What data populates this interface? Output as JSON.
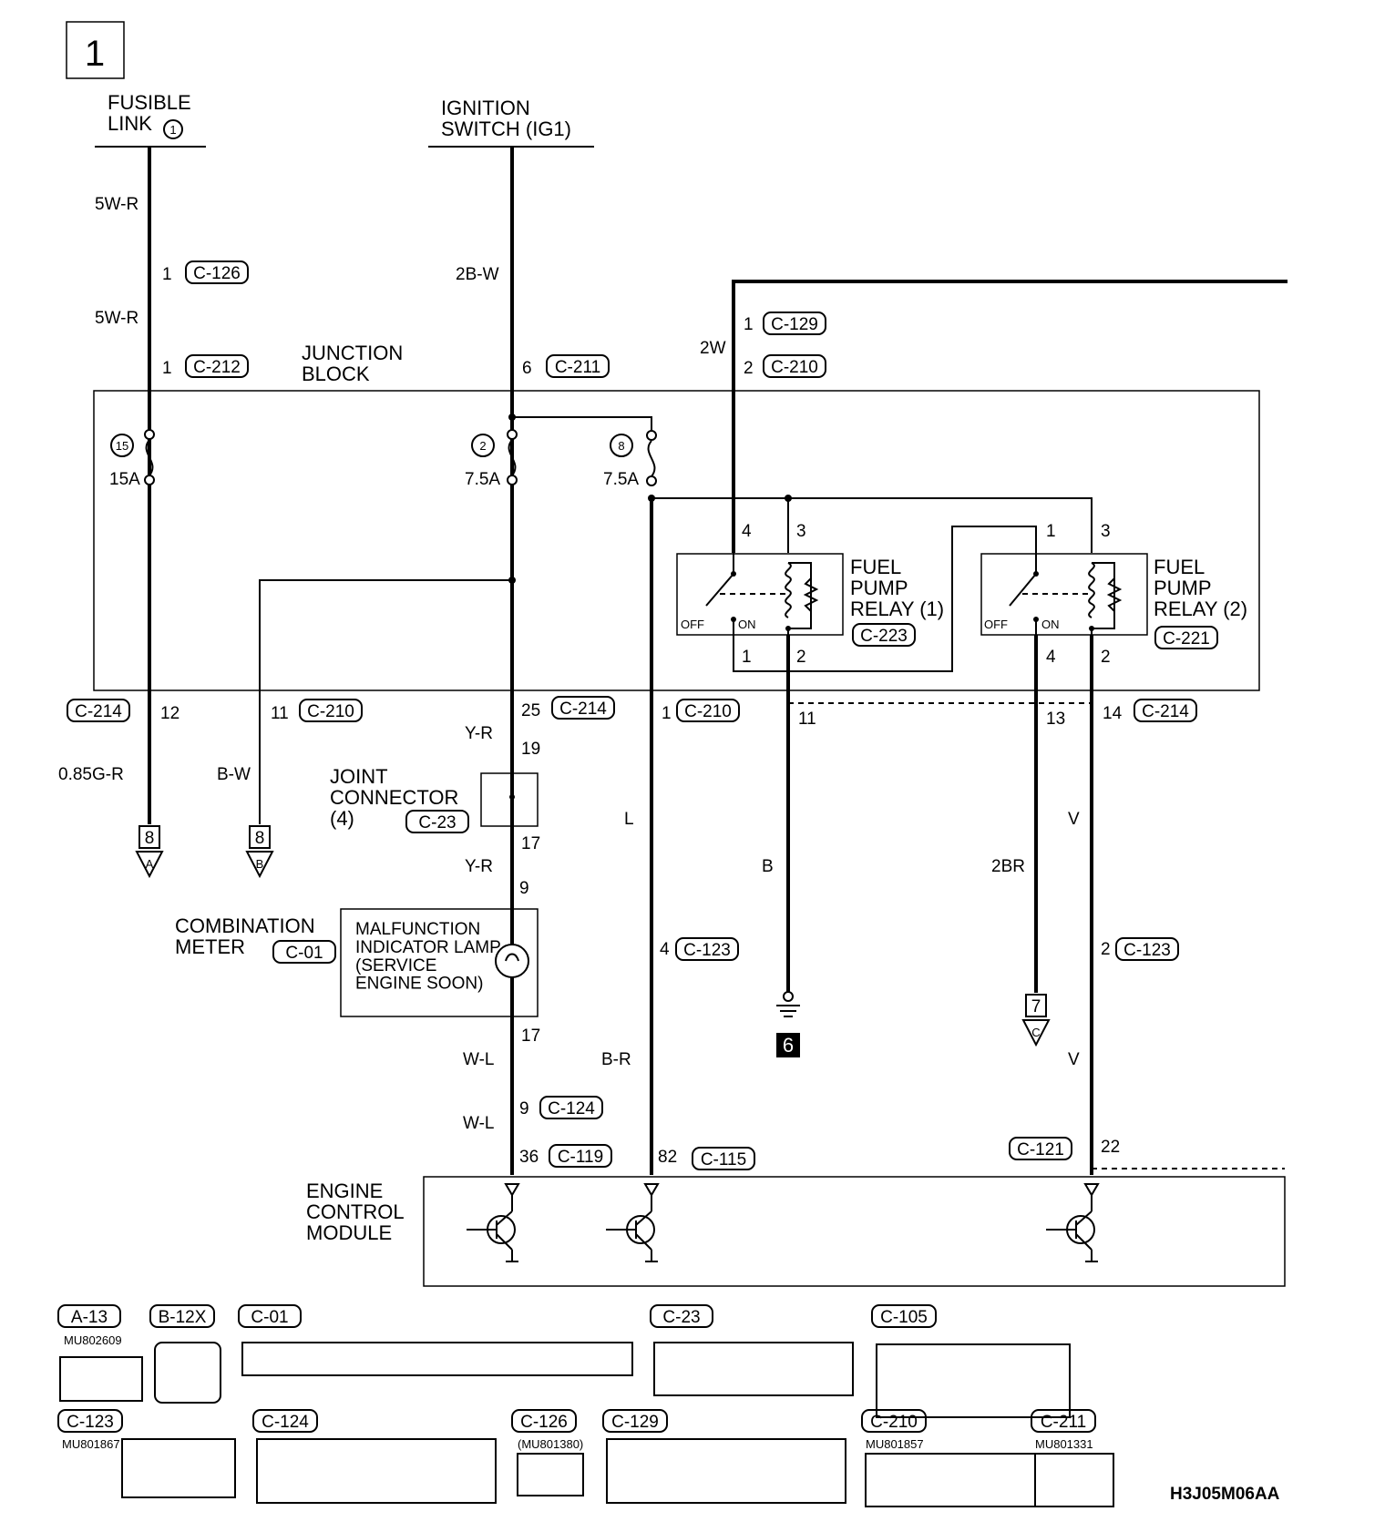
{
  "page_number": "1",
  "drawing_code": "H3J05M06AA",
  "sources": {
    "fusible_link": "FUSIBLE\nLINK",
    "fusible_link_num": "1",
    "ignition_switch": "IGNITION\nSWITCH (IG1)"
  },
  "junction_block": "JUNCTION\nBLOCK",
  "fuses": [
    {
      "num": "15",
      "rating": "15A"
    },
    {
      "num": "2",
      "rating": "7.5A"
    },
    {
      "num": "8",
      "rating": "7.5A"
    }
  ],
  "wire_colors": {
    "fl_upper": "5W-R",
    "fl_lower": "5W-R",
    "ig": "2B-W",
    "relay_feed": "2W",
    "c214_12": "0.85G-R",
    "c210_11": "B-W",
    "yr1": "Y-R",
    "yr2": "Y-R",
    "wl1": "W-L",
    "wl2": "W-L",
    "l": "L",
    "br": "B-R",
    "b": "B",
    "two_br": "2BR",
    "v1": "V",
    "v2": "V"
  },
  "connectors": {
    "c126": "C-126",
    "c212": "C-212",
    "c211": "C-211",
    "c129": "C-129",
    "c210a": "C-210",
    "c210b": "C-210",
    "c210c": "C-210",
    "c214a": "C-214",
    "c214b": "C-214",
    "c214c": "C-214",
    "c23": "C-23",
    "c01": "C-01",
    "c124": "C-124",
    "c119": "C-119",
    "c115": "C-115",
    "c123a": "C-123",
    "c123b": "C-123",
    "c121": "C-121",
    "c223": "C-223",
    "c221": "C-221"
  },
  "pins": {
    "p1a": "1",
    "p1b": "1",
    "p6": "6",
    "p1c": "1",
    "p2a": "2",
    "p12": "12",
    "p11a": "11",
    "p25": "25",
    "p1d": "1",
    "p11b": "11",
    "p13": "13",
    "p14": "14",
    "r1_4": "4",
    "r1_3": "3",
    "r1_1": "1",
    "r1_2": "2",
    "r2_1": "1",
    "r2_3": "3",
    "r2_4": "4",
    "r2_2": "2",
    "p19": "19",
    "p17a": "17",
    "p9a": "9",
    "p17b": "17",
    "p9b": "9",
    "p36": "36",
    "p82": "82",
    "p4": "4",
    "p2b": "2",
    "p22": "22"
  },
  "relays": [
    {
      "name": "FUEL\nPUMP\nRELAY (1)",
      "off": "OFF",
      "on": "ON"
    },
    {
      "name": "FUEL\nPUMP\nRELAY (2)",
      "off": "OFF",
      "on": "ON"
    }
  ],
  "joint_connector": "JOINT\nCONNECTOR\n(4)",
  "combination_meter": "COMBINATION\nMETER",
  "mil": "MALFUNCTION\nINDICATOR LAMP\n(SERVICE\nENGINE SOON)",
  "ecm": "ENGINE\nCONTROL\nMODULE",
  "offpage": [
    {
      "num": "8",
      "letter": "A"
    },
    {
      "num": "8",
      "letter": "B"
    },
    {
      "num": "7",
      "letter": "C"
    }
  ],
  "ground_num": "6",
  "connector_views": [
    {
      "id": "A-13",
      "part": "MU802609"
    },
    {
      "id": "B-12X",
      "part": ""
    },
    {
      "id": "C-01",
      "part": ""
    },
    {
      "id": "C-23",
      "part": ""
    },
    {
      "id": "C-105",
      "part": ""
    },
    {
      "id": "C-123",
      "part": "MU801867"
    },
    {
      "id": "C-124",
      "part": ""
    },
    {
      "id": "C-126",
      "part": "(MU801380)"
    },
    {
      "id": "C-129",
      "part": ""
    },
    {
      "id": "C-210",
      "part": "MU801857"
    },
    {
      "id": "C-211",
      "part": "MU801331"
    }
  ]
}
